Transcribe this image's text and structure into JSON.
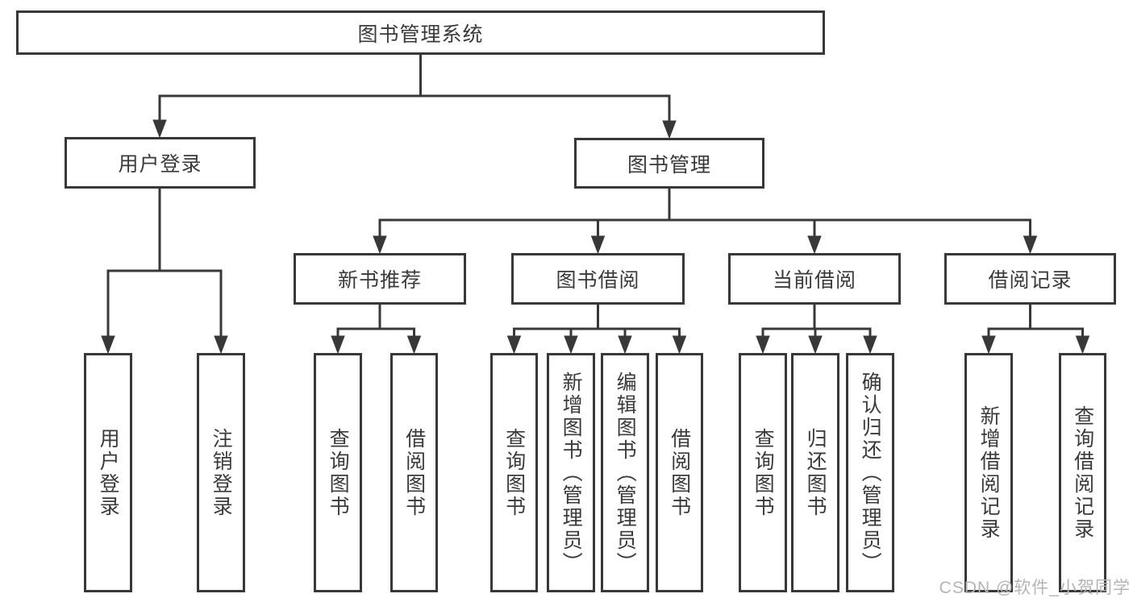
{
  "tree": {
    "label": "图书管理系统",
    "children": [
      {
        "label": "用户登录",
        "children": [
          {
            "label": "用户登录"
          },
          {
            "label": "注销登录"
          }
        ]
      },
      {
        "label": "图书管理",
        "children": [
          {
            "label": "新书推荐",
            "children": [
              {
                "label": "查询图书"
              },
              {
                "label": "借阅图书"
              }
            ]
          },
          {
            "label": "图书借阅",
            "children": [
              {
                "label": "查询图书"
              },
              {
                "label": "新增图书（管理员）"
              },
              {
                "label": "编辑图书（管理员）"
              },
              {
                "label": "借阅图书"
              }
            ]
          },
          {
            "label": "当前借阅",
            "children": [
              {
                "label": "查询图书"
              },
              {
                "label": "归还图书"
              },
              {
                "label": "确认归还（管理员）"
              }
            ]
          },
          {
            "label": "借阅记录",
            "children": [
              {
                "label": "新增借阅记录"
              },
              {
                "label": "查询借阅记录"
              }
            ]
          }
        ]
      }
    ]
  },
  "watermark": "CSDN @软件_小贺同学",
  "colors": {
    "line": "#383838",
    "text": "#3a3a3a",
    "watermark": "#b4b4b4",
    "background": "#ffffff"
  }
}
